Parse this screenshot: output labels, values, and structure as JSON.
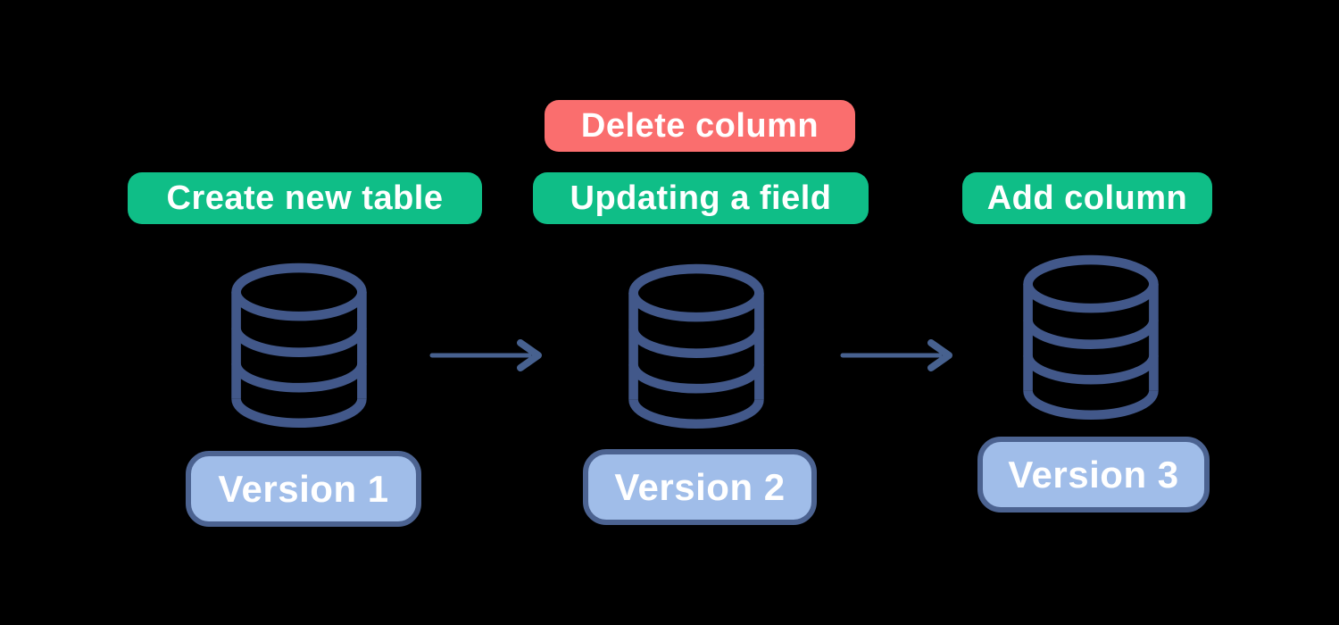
{
  "colors": {
    "background": "#000000",
    "operation_green": "#0FBE87",
    "operation_red": "#FA6E6E",
    "version_fill": "#A0BDE9",
    "version_border": "#4C6391",
    "database_stroke": "#42588A",
    "arrow_stroke": "#47618F",
    "badge_text": "#FFFFFF"
  },
  "columns": [
    {
      "operations": [
        {
          "label": "Create new table",
          "color": "green"
        }
      ],
      "icon": "database-icon",
      "version": {
        "label": "Version 1"
      }
    },
    {
      "operations": [
        {
          "label": "Delete column",
          "color": "red"
        },
        {
          "label": "Updating a field",
          "color": "green"
        }
      ],
      "icon": "database-icon",
      "version": {
        "label": "Version 2"
      }
    },
    {
      "operations": [
        {
          "label": "Add column",
          "color": "green"
        }
      ],
      "icon": "database-icon",
      "version": {
        "label": "Version 3"
      }
    }
  ],
  "arrows": [
    {
      "name": "arrow-version1-to-version2",
      "direction": "right"
    },
    {
      "name": "arrow-version2-to-version3",
      "direction": "right"
    }
  ]
}
